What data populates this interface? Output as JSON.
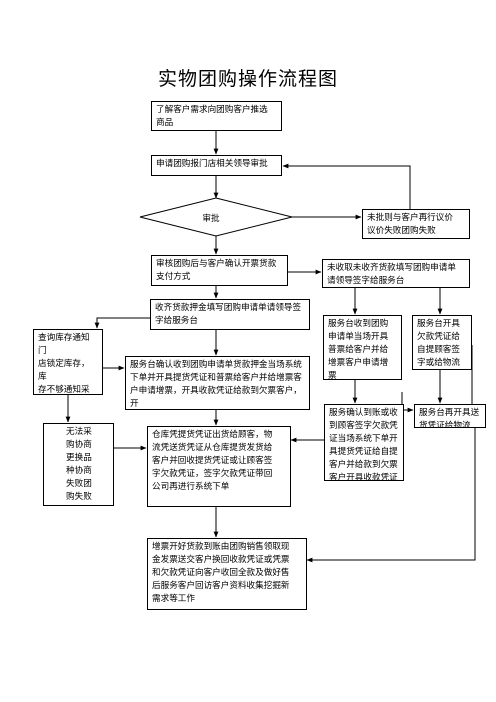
{
  "title": "实物团购操作流程图",
  "steps": {
    "s1": "了解客户需求向团购客户推选\n商品",
    "s2": "申请团购报门店相关领导审批",
    "approve": "审批",
    "reject": "未批则与客户再行议价\n议价失败团购失败",
    "s3": "审核团购后与客户确认开票货款\n支付方式",
    "unpaid": "未收取未收齐货款填写团购申请单\n请领导签字给服务台",
    "paid": "收齐货款押金填写团购申请单请领导签\n字给服务台",
    "check_stock": "查询库存通知门\n店锁定库存，库\n存不够通知采购",
    "purchase_fail": "无法采\n购协商\n更换品\n种协商\n失败团\n购失败",
    "desk_confirm": "服务台确认收到团购申请单货款押金当场系统\n下单并开具提货凭证和普票给客户并给增票客\n户申请增票，开具收款凭证给款到欠票客户，开\n具送货凭证给物流",
    "desk_receipt": "服务台收到团购\n申请单当场开具\n普票给客户并给\n增票客户申请增\n票",
    "desk_issue": "服务台开具\n欠款凭证给\n自提顾客签\n字或给物流",
    "desk_confirm2": "服务确认到账或收\n到顾客签字欠款凭\n证当场系统下单开\n具提货凭证给自提\n客户并给款到欠票\n客户开具收款凭证",
    "desk_delivery": "服务台再开具送\n货凭证给物流",
    "warehouse": "仓库凭提货凭证出货给顾客，物\n流凭送货凭证从仓库提货发货给\n客户并回收提货凭证或让顾客签\n字欠款凭证，签字欠款凭证带回\n公司再进行系统下单",
    "final": "增票开好货款到账由团购销售领取现\n金发票送交客户换回收款凭证或凭票\n和欠款凭证向客户收回全款及做好售\n后服务客户回访客户资料收集挖掘新\n需求等工作"
  }
}
